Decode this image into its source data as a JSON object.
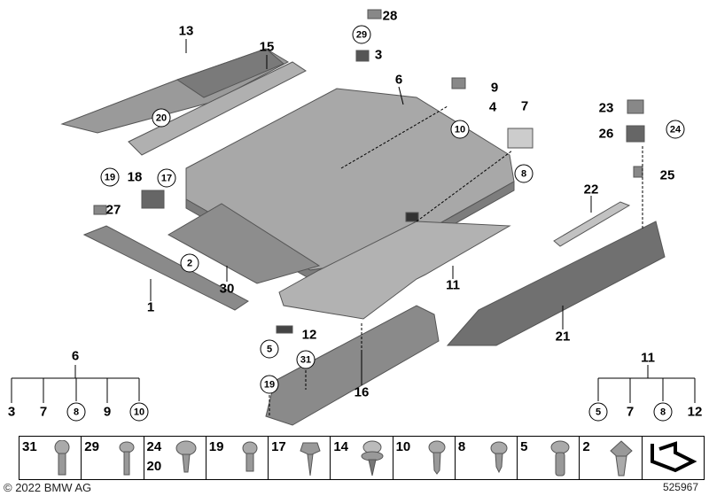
{
  "callouts": {
    "p13": "13",
    "p28": "28",
    "p29": "29",
    "p3": "3",
    "p15": "15",
    "p6": "6",
    "p9": "9",
    "p4": "4",
    "p10": "10",
    "p7": "7",
    "p8": "8",
    "p23": "23",
    "p24": "24",
    "p26": "26",
    "p25": "25",
    "p20": "20",
    "p19a": "19",
    "p18": "18",
    "p17": "17",
    "p27": "27",
    "p22": "22",
    "p2": "2",
    "p30": "30",
    "p11": "11",
    "p1": "1",
    "p12": "12",
    "p5": "5",
    "p31": "31",
    "p21": "21",
    "p19b": "19",
    "p16": "16"
  },
  "tree_left": {
    "root": "6",
    "leaves": [
      {
        "label": "3",
        "circled": false
      },
      {
        "label": "7",
        "circled": false
      },
      {
        "label": "8",
        "circled": true
      },
      {
        "label": "9",
        "circled": false
      },
      {
        "label": "10",
        "circled": true
      }
    ]
  },
  "tree_right": {
    "root": "11",
    "leaves": [
      {
        "label": "5",
        "circled": true
      },
      {
        "label": "7",
        "circled": false
      },
      {
        "label": "8",
        "circled": true
      },
      {
        "label": "12",
        "circled": false
      }
    ]
  },
  "fasteners": [
    {
      "label": "31",
      "label2": "",
      "icon": "torx-bolt-icon"
    },
    {
      "label": "29",
      "label2": "",
      "icon": "long-screw-icon"
    },
    {
      "label": "24",
      "label2": "20",
      "icon": "wafer-head-screw-icon"
    },
    {
      "label": "19",
      "label2": "",
      "icon": "short-screw-icon"
    },
    {
      "label": "17",
      "label2": "",
      "icon": "hex-screw-icon"
    },
    {
      "label": "14",
      "label2": "",
      "icon": "expanding-rivet-icon"
    },
    {
      "label": "10",
      "label2": "",
      "icon": "pan-screw-icon"
    },
    {
      "label": "8",
      "label2": "",
      "icon": "tapping-screw-icon"
    },
    {
      "label": "5",
      "label2": "",
      "icon": "flange-screw-icon"
    },
    {
      "label": "2",
      "label2": "",
      "icon": "clip-nut-icon"
    }
  ],
  "footer": {
    "copyright": "© 2022 BMW AG",
    "diagram_number": "525967"
  }
}
